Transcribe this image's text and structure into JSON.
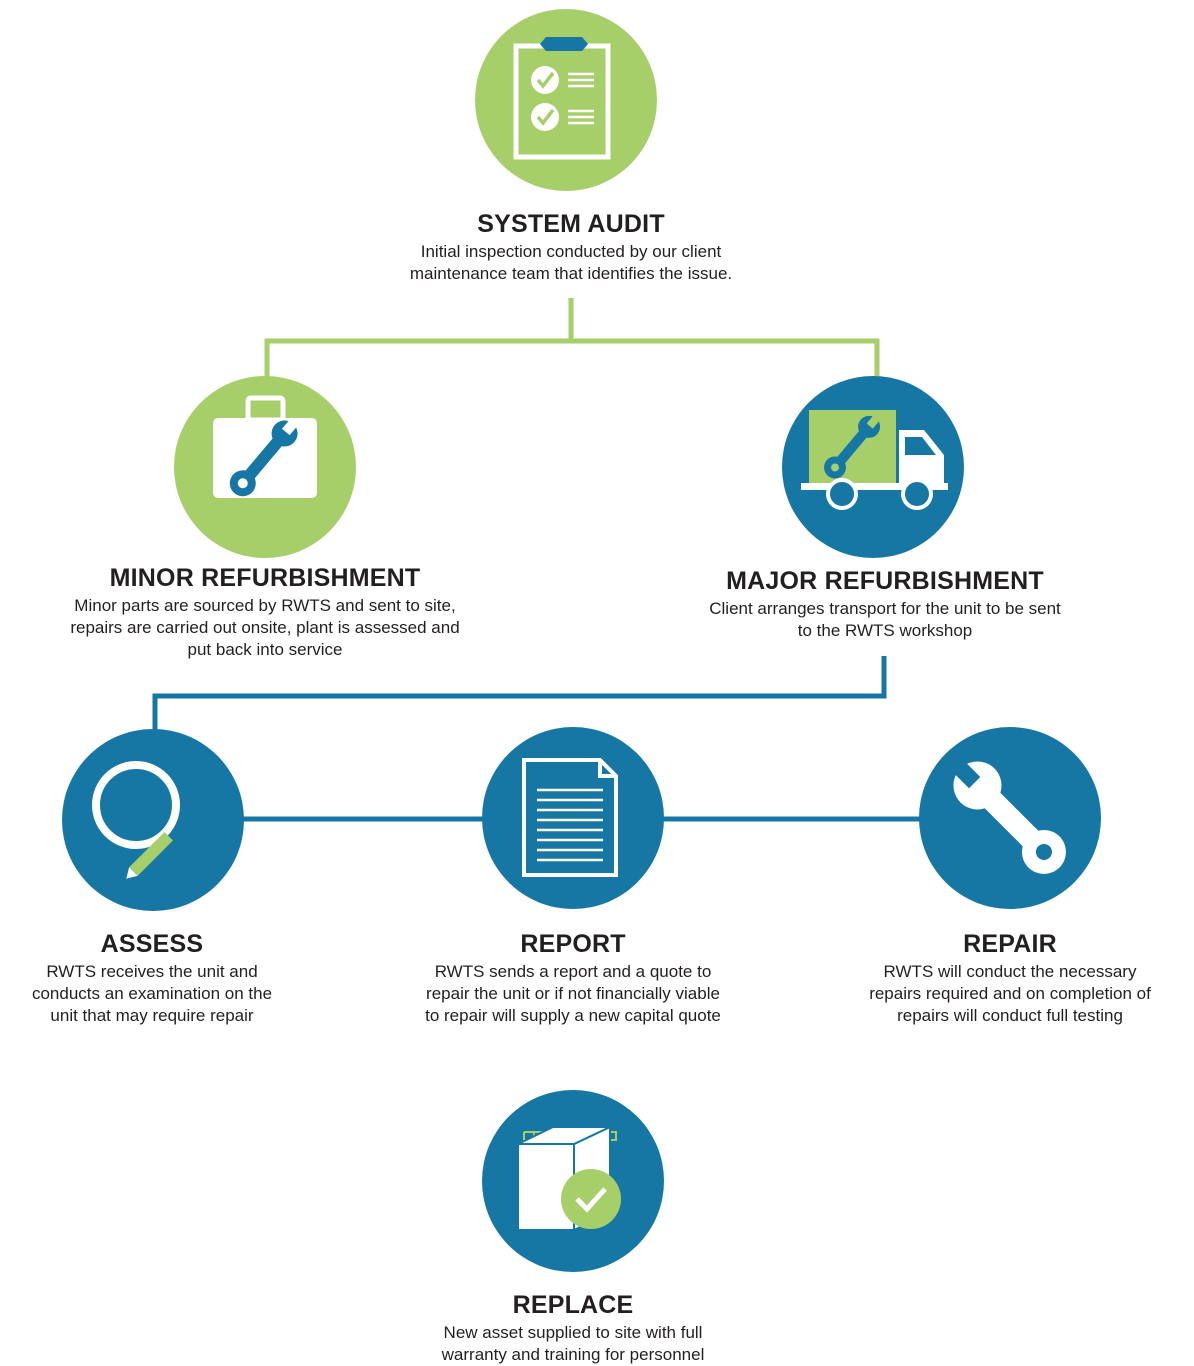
{
  "colors": {
    "green": "#a6cf6a",
    "blue": "#1677a4",
    "white": "#ffffff",
    "text": "#231f20"
  },
  "steps": {
    "system_audit": {
      "title": "SYSTEM AUDIT",
      "line1": "Initial inspection conducted by our client",
      "line2": "maintenance team that identifies the issue.",
      "icon": "clipboard-checklist-icon"
    },
    "minor_refurbishment": {
      "title": "MINOR REFURBISHMENT",
      "line1": "Minor parts are sourced by RWTS and sent to site,",
      "line2": "repairs are carried out onsite, plant is assessed and",
      "line3": "put back into service",
      "icon": "toolbox-wrench-icon"
    },
    "major_refurbishment": {
      "title": "MAJOR REFURBISHMENT",
      "line1": "Client arranges transport for the unit to be sent",
      "line2": "to the RWTS workshop",
      "icon": "truck-wrench-icon"
    },
    "assess": {
      "title": "ASSESS",
      "line1": "RWTS receives the unit and",
      "line2": "conducts an examination on the",
      "line3": "unit that may require repair",
      "icon": "magnifier-icon"
    },
    "report": {
      "title": "REPORT",
      "line1": "RWTS sends a report and a quote to",
      "line2": "repair the unit or if not financially viable",
      "line3": "to repair will supply a new capital quote",
      "icon": "document-icon"
    },
    "repair": {
      "title": "REPAIR",
      "line1": "RWTS will conduct the necessary",
      "line2": "repairs required and on completion of",
      "line3": "repairs will conduct full testing",
      "icon": "wrench-icon"
    },
    "replace": {
      "title": "REPLACE",
      "line1": "New asset supplied to site with full",
      "line2": "warranty and training for personnel",
      "icon": "new-unit-check-icon"
    }
  }
}
